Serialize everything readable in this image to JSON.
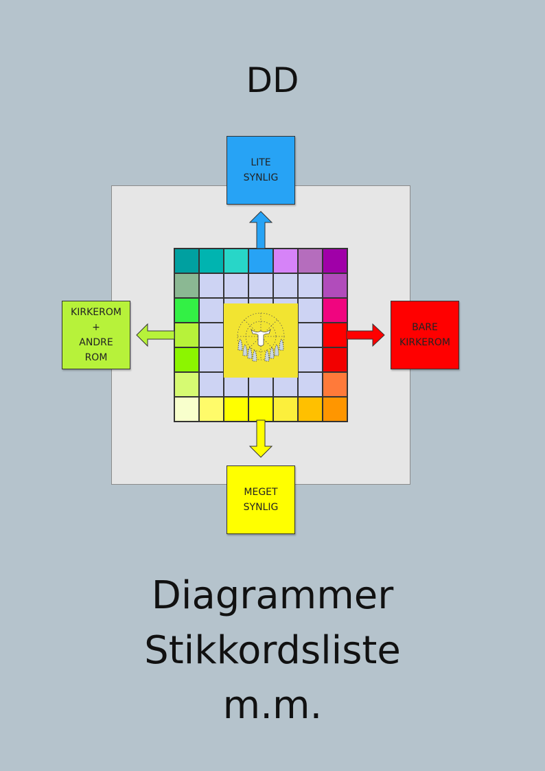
{
  "header": {
    "title": "DD"
  },
  "diagram": {
    "boxes": {
      "top": {
        "label": "LITE\nSYNLIG",
        "color": "#27a3f5"
      },
      "bottom": {
        "label": "MEGET\nSYNLIG",
        "color": "#ffff00"
      },
      "left": {
        "label": "KIRKEROM\n+\nANDRE\nROM",
        "color": "#b7f23a"
      },
      "right": {
        "label": "BARE\nKIRKEROM",
        "color": "#ff0000"
      }
    },
    "grid_colors": [
      [
        "#00a0a0",
        "#00b4b0",
        "#28d6c8",
        "#27a3f5",
        "#d683f8",
        "#b56dbd",
        "#a000a8"
      ],
      [
        "#8bb893",
        "#cdd3f3",
        "#cdd3f3",
        "#cdd3f3",
        "#cdd3f3",
        "#cdd3f3",
        "#b14cbb"
      ],
      [
        "#33f045",
        "#cdd3f3",
        "#cdd3f3",
        "#cdd3f3",
        "#cdd3f3",
        "#cdd3f3",
        "#f0057f"
      ],
      [
        "#b7f23a",
        "#cdd3f3",
        "#cdd3f3",
        "#cdd3f3",
        "#cdd3f3",
        "#cdd3f3",
        "#ff0000"
      ],
      [
        "#8cf500",
        "#cdd3f3",
        "#cdd3f3",
        "#cdd3f3",
        "#cdd3f3",
        "#cdd3f3",
        "#f20000"
      ],
      [
        "#d6fa72",
        "#cdd3f3",
        "#cdd3f3",
        "#cdd3f3",
        "#cdd3f3",
        "#cdd3f3",
        "#ff7a3a"
      ],
      [
        "#f8ffcc",
        "#fffb6a",
        "#ffff00",
        "#ffff00",
        "#fcef3c",
        "#ffc000",
        "#ff9600"
      ]
    ],
    "center_logo": "church-bell-emblem"
  },
  "footer": {
    "lines": [
      "Diagrammer",
      "Stikkordsliste",
      "m.m."
    ]
  }
}
